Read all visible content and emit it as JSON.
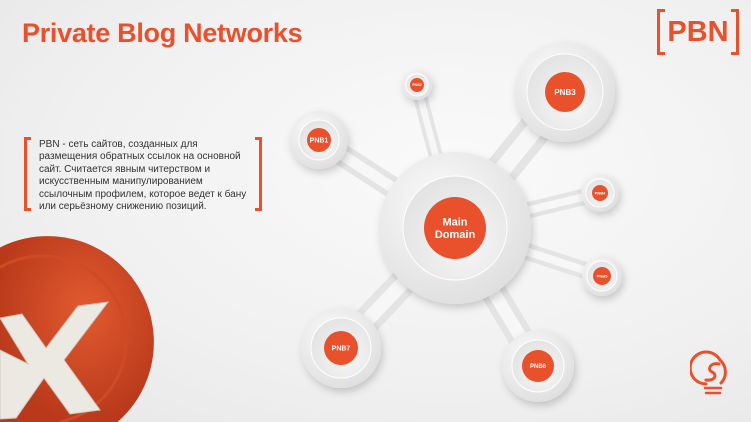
{
  "header": {
    "title": "Private Blog Networks",
    "badge": "PBN"
  },
  "description": "PBN - сеть сайтов, созданных для размещения обратных ссылок на основной сайт. Считается явным читерством и искусственным манипулированием ссылочным профилем, которое ведет к бану или серьёзному снижению позиций.",
  "diagram": {
    "center": "Main Domain",
    "center_lines": [
      "Main",
      "Domain"
    ],
    "nodes": [
      "PNB1",
      "PNB2",
      "PNB3",
      "PNB4",
      "PNB5",
      "PNB6",
      "PNB7"
    ]
  },
  "colors": {
    "accent": "#e8512b",
    "text": "#333333",
    "background": "#f2f2f2"
  },
  "icons": {
    "decor": "red-x-button-icon",
    "logo": "lightbulb-s-logo-icon"
  }
}
